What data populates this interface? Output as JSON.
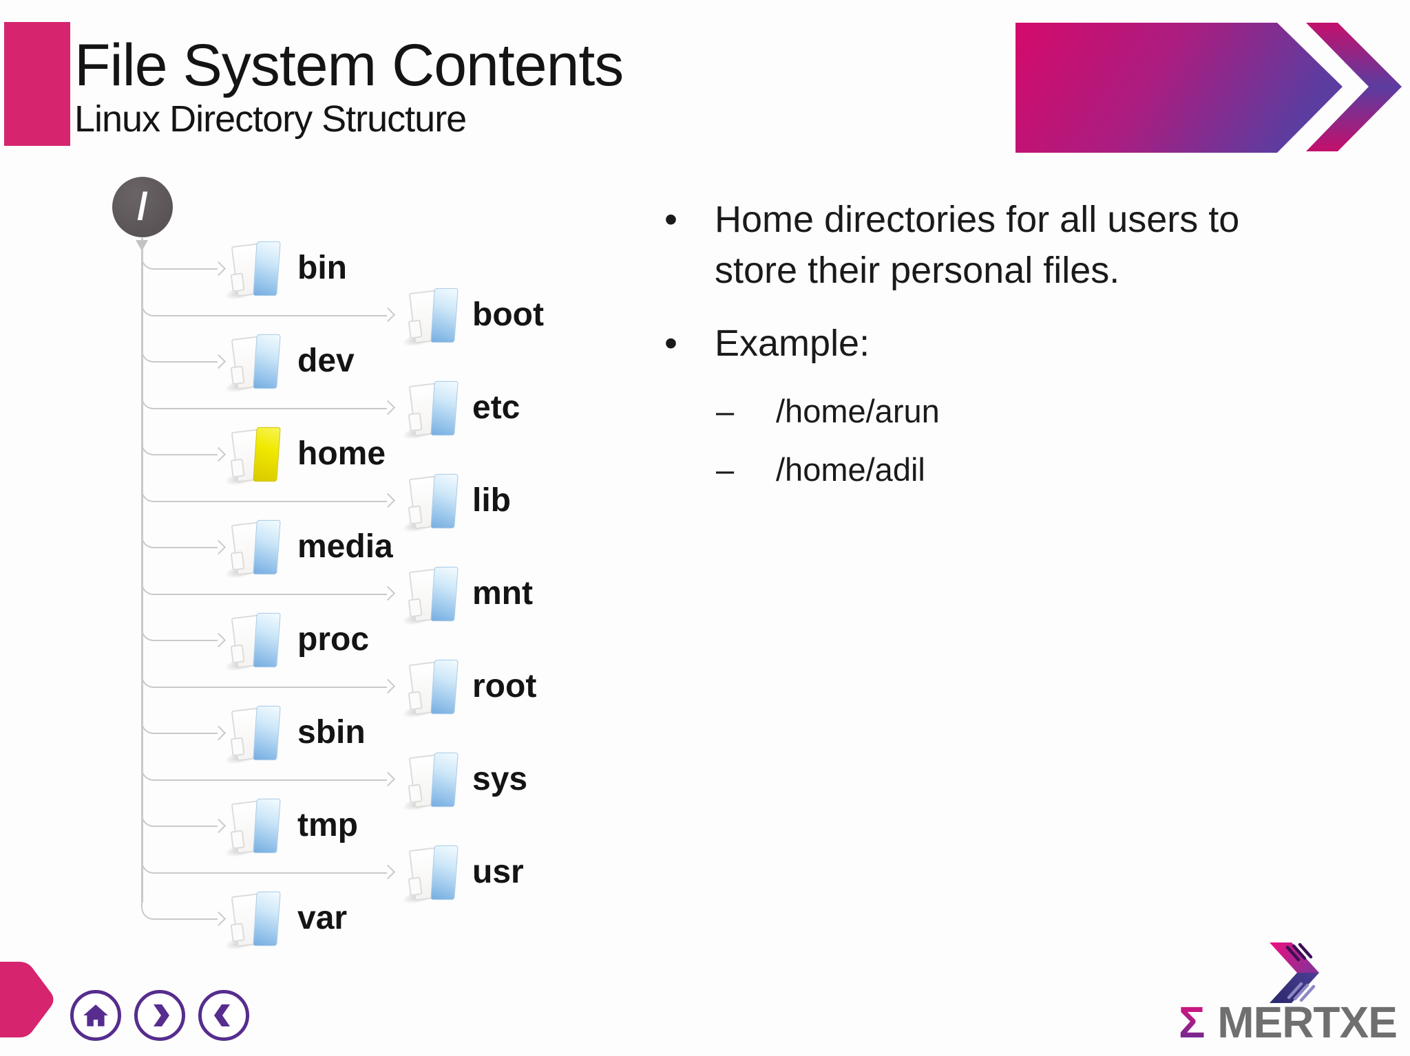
{
  "slide": {
    "title": "File System Contents",
    "subtitle": "Linux Directory Structure"
  },
  "tree": {
    "root_label": "/",
    "rows": [
      {
        "label": "bin",
        "col": "left",
        "highlight": false
      },
      {
        "label": "boot",
        "col": "right",
        "highlight": false
      },
      {
        "label": "dev",
        "col": "left",
        "highlight": false
      },
      {
        "label": "etc",
        "col": "right",
        "highlight": false
      },
      {
        "label": "home",
        "col": "left",
        "highlight": true
      },
      {
        "label": "lib",
        "col": "right",
        "highlight": false
      },
      {
        "label": "media",
        "col": "left",
        "highlight": false
      },
      {
        "label": "mnt",
        "col": "right",
        "highlight": false
      },
      {
        "label": "proc",
        "col": "left",
        "highlight": false
      },
      {
        "label": "root",
        "col": "right",
        "highlight": false
      },
      {
        "label": "sbin",
        "col": "left",
        "highlight": false
      },
      {
        "label": "sys",
        "col": "right",
        "highlight": false
      },
      {
        "label": "tmp",
        "col": "left",
        "highlight": false
      },
      {
        "label": "usr",
        "col": "right",
        "highlight": false
      },
      {
        "label": "var",
        "col": "left",
        "highlight": false
      }
    ]
  },
  "content": {
    "bullets": [
      {
        "marker": "•",
        "lines": [
          "Home directories for all users to",
          "store their personal files."
        ]
      },
      {
        "marker": "•",
        "lines": [
          "Example:"
        ]
      }
    ],
    "sub_items": [
      {
        "marker": "–",
        "text": "/home/arun"
      },
      {
        "marker": "–",
        "text": "/home/adil"
      }
    ]
  },
  "footer": {
    "nav": [
      {
        "name": "home"
      },
      {
        "name": "next"
      },
      {
        "name": "previous"
      }
    ]
  },
  "logo": {
    "sigma": "Σ",
    "rest": "MERTXE"
  },
  "colors": {
    "accent_pink": "#d6246e",
    "nav_purple": "#562d8e",
    "gradient_pink": "#d40a6b",
    "gradient_purple": "#5b3da0",
    "folder_blue": "#77ade0",
    "folder_highlight_yellow": "#f0e900",
    "line_gray": "#c9c9c9",
    "logo_gray": "#6f6f6f",
    "root_circle_gray": "#5a5456",
    "text_black": "#141414"
  }
}
